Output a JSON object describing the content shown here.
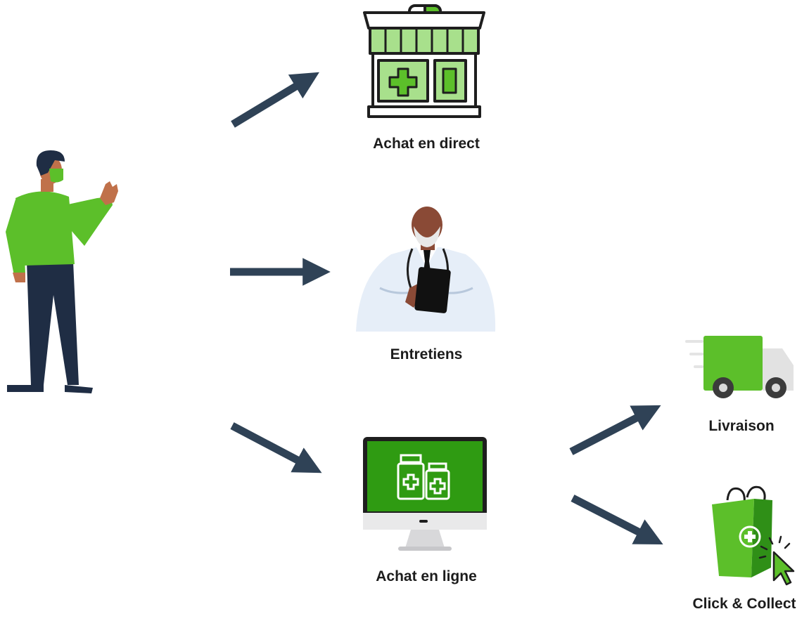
{
  "colors": {
    "green": "#5cbf2a",
    "green_light": "#a8e08c",
    "green_dark": "#2f8f17",
    "navy": "#1f2d44",
    "arrow": "#2f4256",
    "skin": "#c0714a",
    "doctor_skin": "#8a4a36",
    "coat": "#e6eef8",
    "outline": "#1e1e1e"
  },
  "nodes": {
    "store": {
      "label": "Achat en direct",
      "icon": "pharmacy-store-icon"
    },
    "consult": {
      "label": "Entretiens",
      "icon": "doctor-icon"
    },
    "online": {
      "label": "Achat en ligne",
      "icon": "computer-monitor-icon"
    },
    "delivery": {
      "label": "Livraison",
      "icon": "delivery-truck-icon"
    },
    "click_collect": {
      "label": "Click & Collect",
      "icon": "shopping-bag-icon"
    }
  },
  "person": {
    "icon": "customer-person-icon"
  },
  "edges": [
    {
      "from": "person",
      "to": "store"
    },
    {
      "from": "person",
      "to": "consult"
    },
    {
      "from": "person",
      "to": "online"
    },
    {
      "from": "online",
      "to": "delivery"
    },
    {
      "from": "online",
      "to": "click_collect"
    }
  ]
}
